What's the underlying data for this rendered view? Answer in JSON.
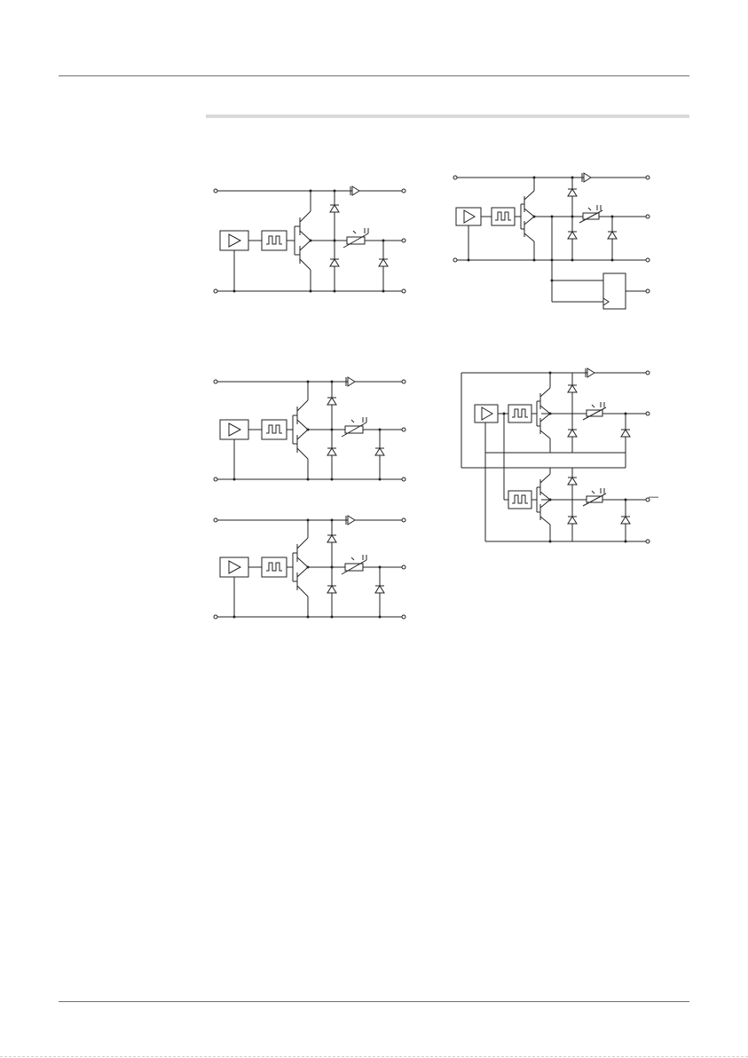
{
  "page": {
    "header_rule": true,
    "footer_rule": true
  },
  "diagrams": [
    {
      "id": "A",
      "outputs": "single",
      "bottom_diode": true
    },
    {
      "id": "B",
      "outputs": "single",
      "bottom_diode": true
    },
    {
      "id": "C",
      "outputs": "single",
      "bottom_diode": true
    },
    {
      "id": "D",
      "outputs": "single-plus-logic",
      "bottom_diode": true
    },
    {
      "id": "E",
      "outputs": "dual",
      "bottom_diode": true
    }
  ],
  "labels": {
    "minus_sign": "—"
  },
  "colors": {
    "line": "#222222",
    "rule": "#6f6f6f",
    "section_bar": "#d9d9d9"
  }
}
